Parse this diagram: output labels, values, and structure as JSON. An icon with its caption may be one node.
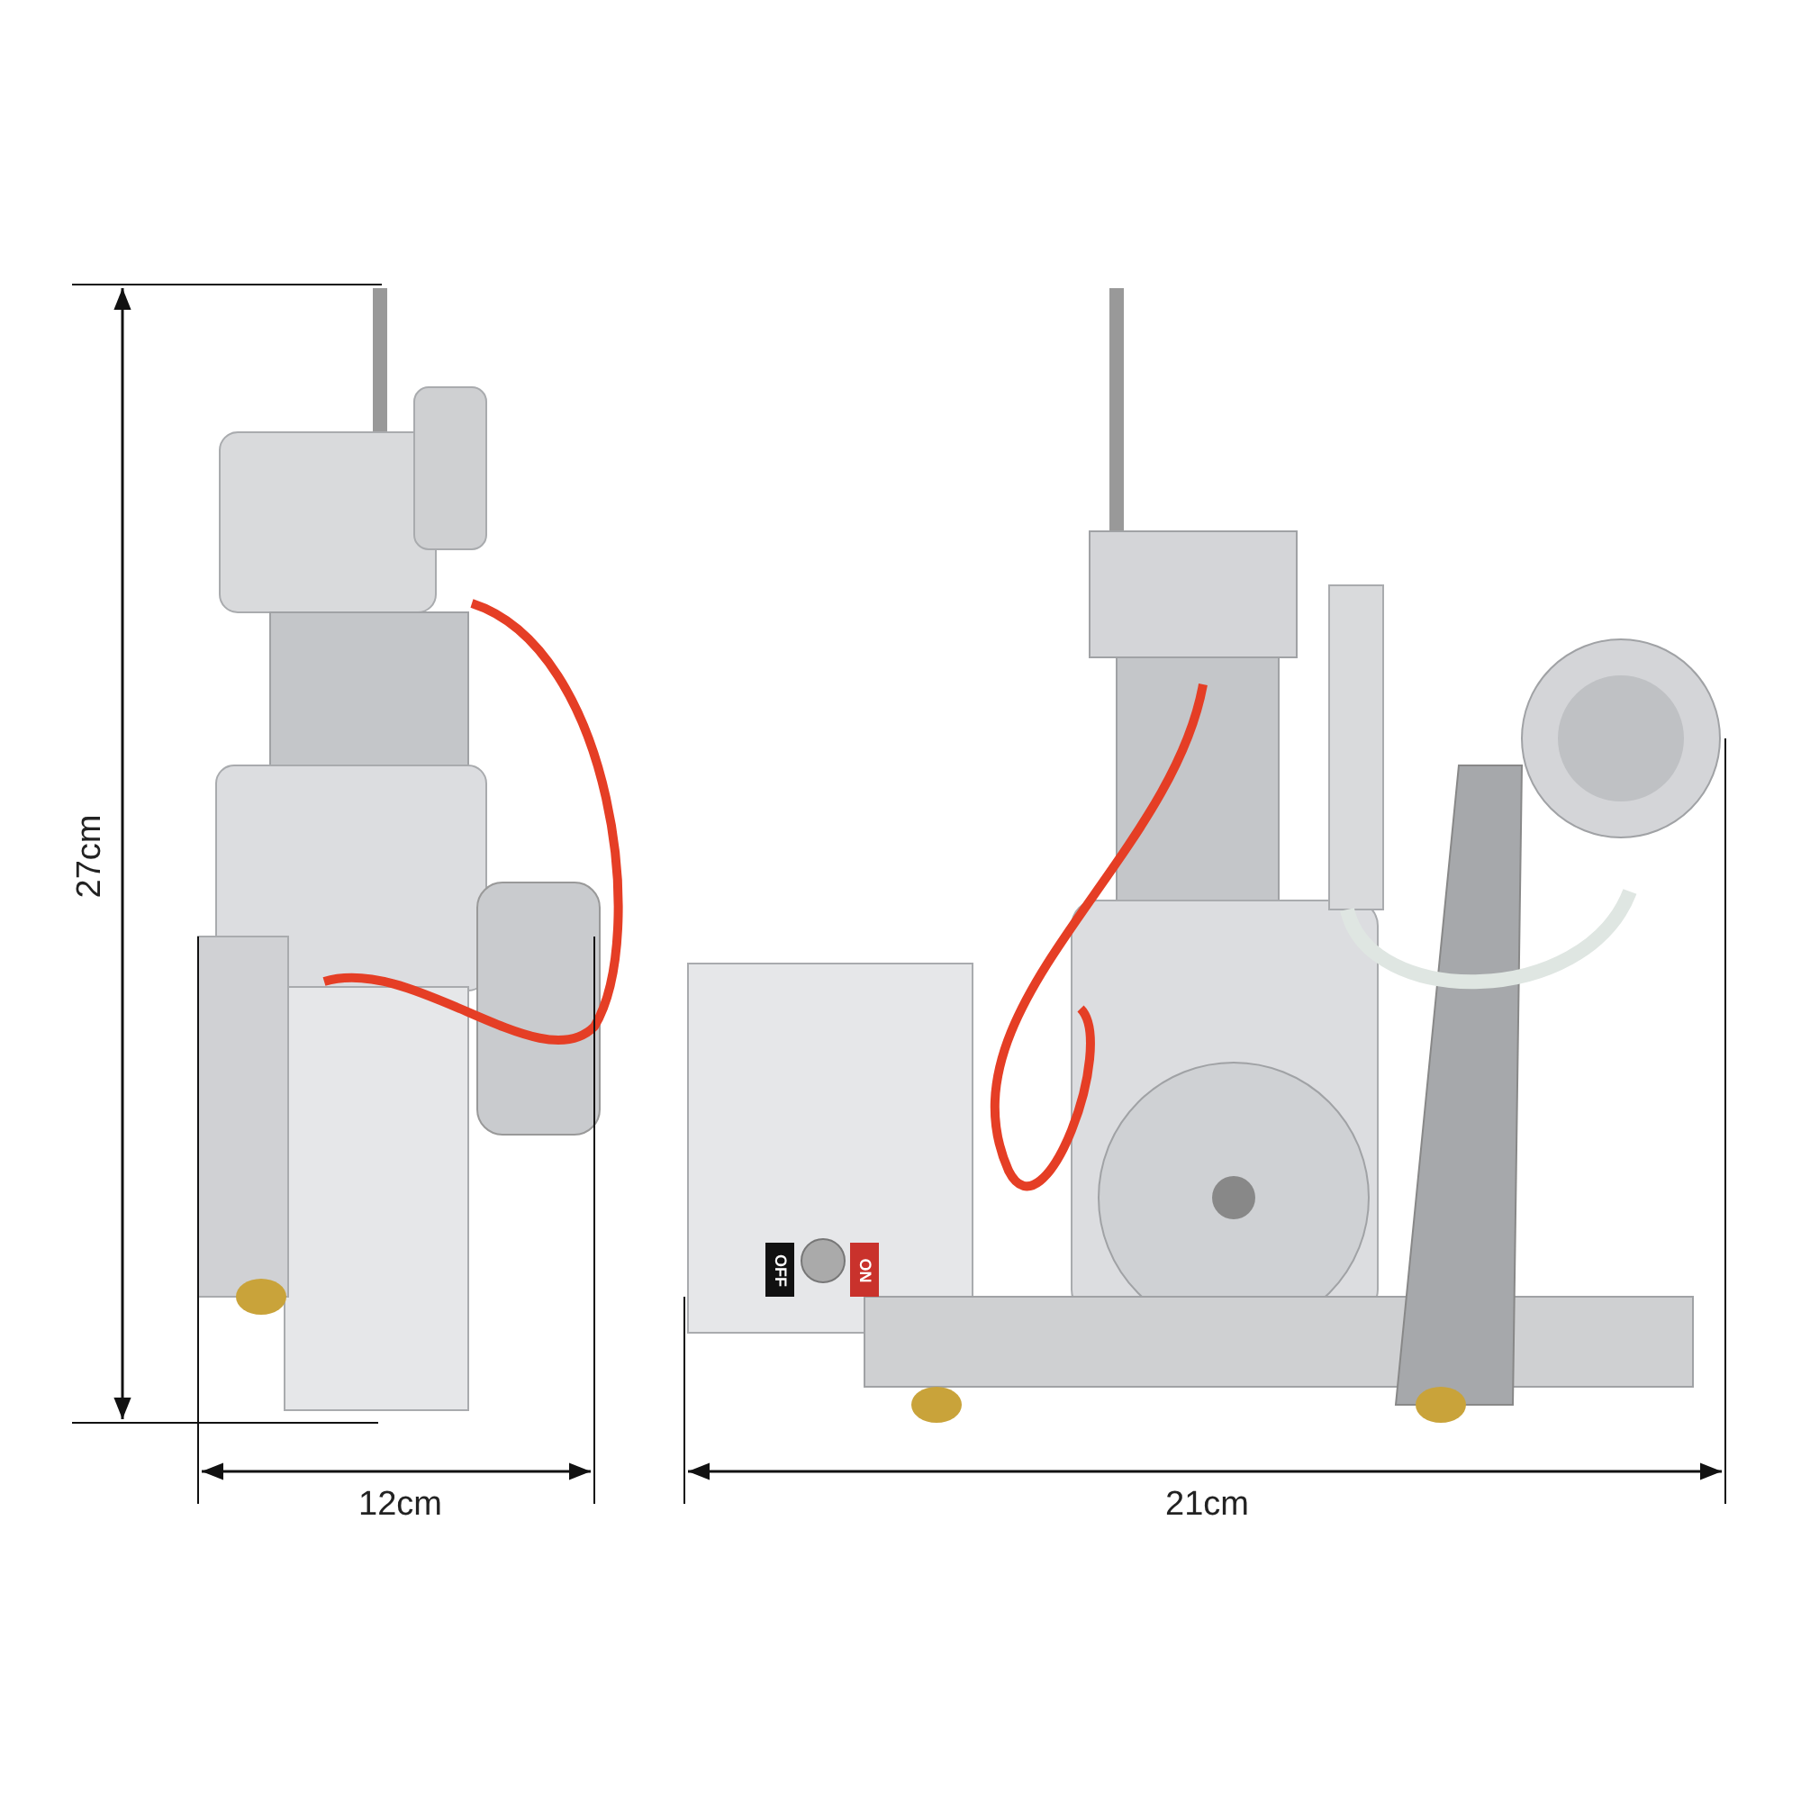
{
  "diagram": {
    "labels": [
      "27cm",
      "12cm",
      "21cm",
      "OFF",
      "ON"
    ]
  }
}
